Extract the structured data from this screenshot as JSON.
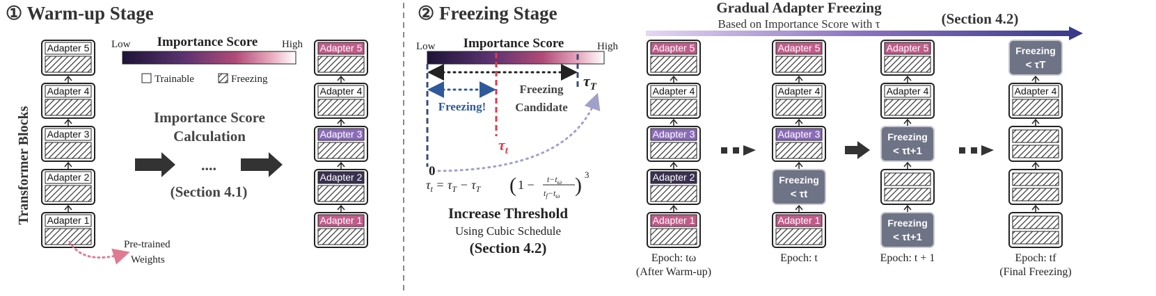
{
  "warmup": {
    "title": "① Warm-up Stage",
    "axis_label": "Transformer Blocks",
    "scale": {
      "title": "Importance Score",
      "low": "Low",
      "high": "High"
    },
    "legend": {
      "trainable": "Trainable",
      "freezing": "Freezing"
    },
    "calc_line1": "Importance Score",
    "calc_line2": "Calculation",
    "section": "(Section 4.1)",
    "dots": "....",
    "pretrained_line1": "Pre-trained",
    "pretrained_line2": "Weights",
    "adapters": [
      "Adapter 5",
      "Adapter 4",
      "Adapter 3",
      "Adapter 2",
      "Adapter 1"
    ]
  },
  "freezing": {
    "title": "② Freezing Stage",
    "scale": {
      "title": "Importance Score",
      "low": "Low",
      "high": "High"
    },
    "freezing_label": "Freezing!",
    "candidate_line1": "Freezing",
    "candidate_line2": "Candidate",
    "tau_T": "τT",
    "tau_t": "τt",
    "zero": "0",
    "formula": "τt = τT − τT (1 − (t−tω)/(tf−tω))³",
    "threshold_title": "Increase Threshold",
    "threshold_sub": "Using Cubic Schedule",
    "section": "(Section 4.2)"
  },
  "gradual": {
    "title": "Gradual Adapter Freezing",
    "subtitle": "Based on Importance Score with τ",
    "section": "(Section 4.2)",
    "freeze_word": "Freezing",
    "freeze_thresholds": [
      "< τt",
      "< τt+1",
      "< τT"
    ],
    "epochs": [
      {
        "line1": "Epoch: tω",
        "line2": "(After Warm-up)"
      },
      {
        "line1": "Epoch: t",
        "line2": ""
      },
      {
        "line1": "Epoch: t + 1",
        "line2": ""
      },
      {
        "line1": "Epoch: tf",
        "line2": "(Final Freezing)"
      }
    ]
  },
  "colors": {
    "gradient_low": "#2a1a3e",
    "gradient_mid": "#c0507a",
    "gradient_high": "#ffffff",
    "freeze_box": "#6a7080",
    "blue": "#2e5a9c",
    "red": "#e03a4a",
    "arrow_bar": "#7a5bb0"
  }
}
